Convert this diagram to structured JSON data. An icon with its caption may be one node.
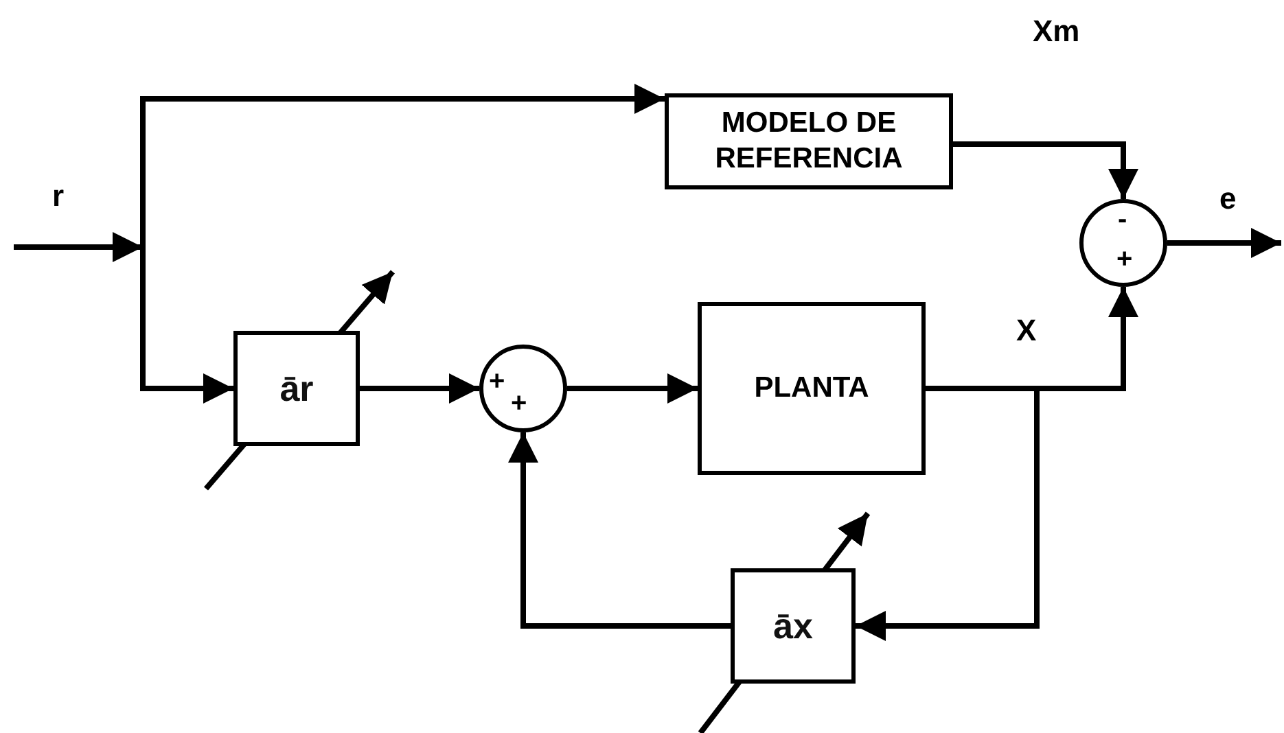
{
  "diagram": {
    "nodes": [
      {
        "text": [
          "MODELO DE REFERENCIA"
        ]
      },
      {
        "text": [
          "ār"
        ]
      },
      {
        "text": [
          "+",
          "+"
        ]
      },
      {
        "text": [
          "PLANTA"
        ]
      },
      {
        "text": [
          "-",
          "+"
        ]
      },
      {
        "text": [
          "āx"
        ]
      }
    ],
    "edges": [
      {
        "from": null,
        "to": 0,
        "arrow": "to"
      },
      {
        "from": null,
        "to": 1,
        "arrow": "to"
      },
      {
        "from": 1,
        "to": 2,
        "arrow": "to"
      },
      {
        "from": 2,
        "to": 3,
        "arrow": "to"
      },
      {
        "from": 0,
        "to": 4,
        "arrow": "to",
        "label": "Xm"
      },
      {
        "from": 3,
        "to": 4,
        "arrow": "to",
        "label": "X"
      },
      {
        "from": 4,
        "to": null,
        "arrow": "to",
        "label": "e"
      },
      {
        "from": 3,
        "to": 5,
        "arrow": "to"
      },
      {
        "from": 5,
        "to": 2,
        "arrow": "to"
      }
    ],
    "labels": [
      "r"
    ]
  }
}
